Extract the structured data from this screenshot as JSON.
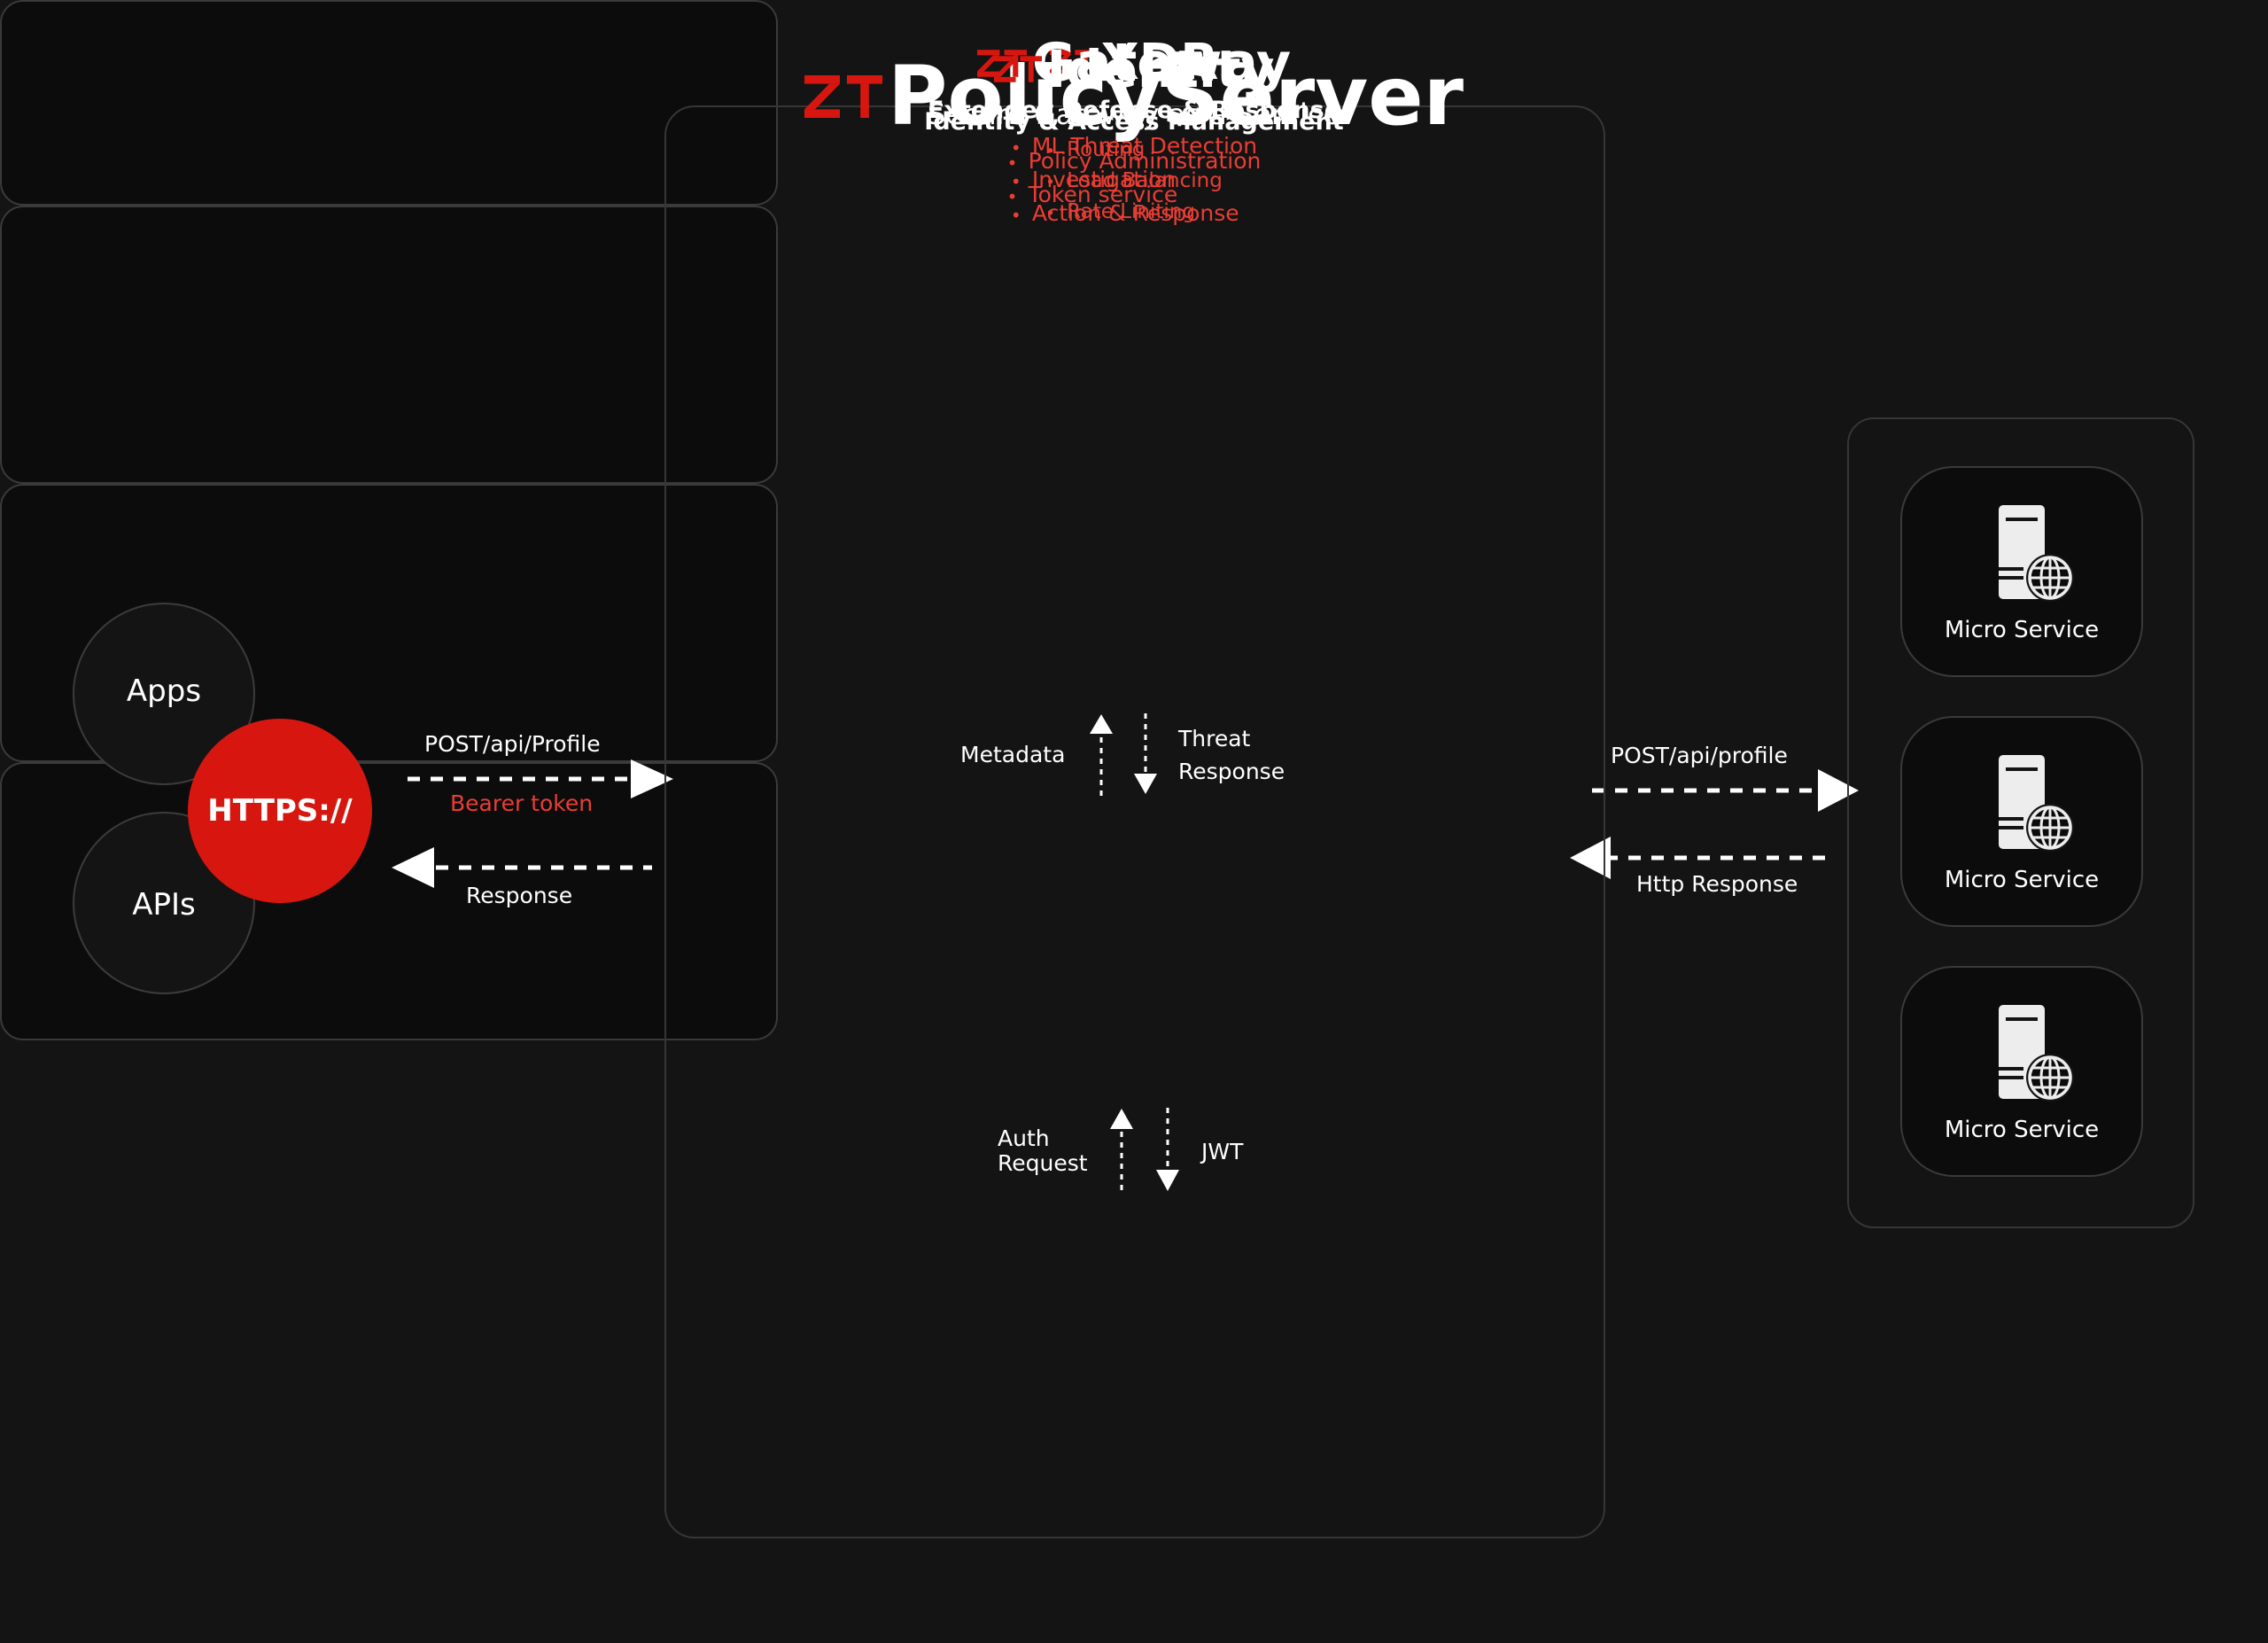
{
  "clients": {
    "apps_label": "Apps",
    "apis_label": "APIs",
    "https_label": "HTTPS://"
  },
  "brand": {
    "prefix_icon": "zt-logo-icon"
  },
  "policy_server": {
    "title": "PolicyServer"
  },
  "xdr": {
    "title": "XDR",
    "subtitle": "Extended Defense & Response",
    "features": [
      "ML Threat Detection",
      "Investigation",
      "Action & Response"
    ]
  },
  "gateway": {
    "title": "Gateway",
    "subtitle": "Secure Gateway as a Service",
    "features": [
      "Routing",
      "Load Balancing",
      "Rate Liniting"
    ]
  },
  "identity": {
    "title": "Identity",
    "subtitle": "Identity & Access Management",
    "features": [
      "Policy Administration",
      "Token service"
    ]
  },
  "flows": {
    "client_request": "POST/api/Profile",
    "client_token": "Bearer token",
    "client_response": "Response",
    "metadata": "Metadata",
    "threat_line1": "Threat",
    "threat_line2": "Response",
    "auth_line1": "Auth",
    "auth_line2": "Request",
    "jwt": "JWT",
    "service_request": "POST/api/profile",
    "service_response": "Http Response"
  },
  "services": [
    {
      "label": "Micro Service",
      "icon": "server-globe-icon"
    },
    {
      "label": "Micro Service",
      "icon": "server-globe-icon"
    },
    {
      "label": "Micro Service",
      "icon": "server-globe-icon"
    }
  ],
  "colors": {
    "accent": "#d7170f",
    "accent_text": "#ea3d34",
    "background": "#141414",
    "card": "#0c0c0c"
  }
}
